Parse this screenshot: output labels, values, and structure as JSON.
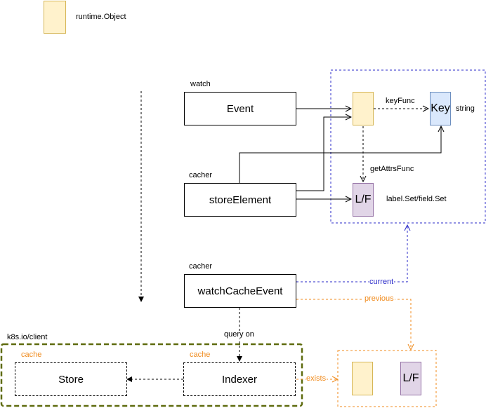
{
  "legend": {
    "label": "runtime.Object"
  },
  "nodes": {
    "event": {
      "caption": "watch",
      "label": "Event"
    },
    "store_element": {
      "caption": "cacher",
      "label": "storeElement"
    },
    "watch_cache_event": {
      "caption": "cacher",
      "label": "watchCacheEvent"
    },
    "key": {
      "label": "Key",
      "type_label": "string"
    },
    "lf": {
      "label": "L/F",
      "type_label": "label.Set/field.Set"
    },
    "store": {
      "label": "Store"
    },
    "indexer": {
      "label": "Indexer"
    },
    "lf_prev": {
      "label": "L/F"
    }
  },
  "groups": {
    "client": {
      "label": "k8s.io/client"
    },
    "store_cache": {
      "label": "cache"
    },
    "indexer_cache": {
      "label": "cache"
    }
  },
  "edges": {
    "key_func": "keyFunc",
    "get_attrs_func": "getAttrsFunc",
    "current": "current",
    "previous": "previous",
    "query_on": "query on",
    "exists": "exists"
  },
  "colors": {
    "object_fill": "#fff2cc",
    "key_fill": "#dae8fc",
    "lf_fill": "#e1d5e7",
    "current_line": "#2828c8",
    "previous_line": "#f08b1d",
    "client_group": "#5e6b0e"
  }
}
